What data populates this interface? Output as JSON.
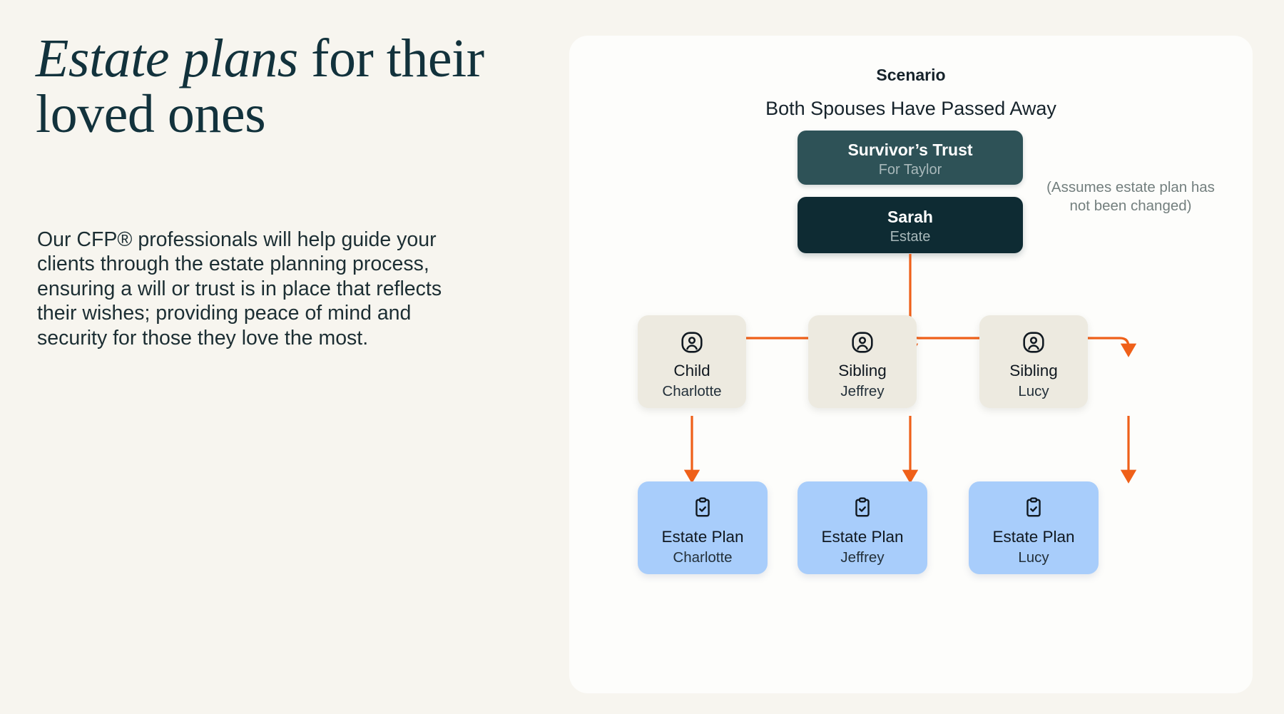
{
  "page": {
    "background_color": "#f7f5ef",
    "accent_orange": "#ef6019",
    "panel_color": "#fdfdfb"
  },
  "hero": {
    "headline_emphasis": "Estate plans",
    "headline_rest": " for their loved ones",
    "body": "Our CFP® professionals will help guide your clients through the estate planning process, ensuring a will or trust is in place that reflects their wishes; providing peace of mind and security for those they love the most."
  },
  "diagram": {
    "scenario_label": "Scenario",
    "scenario_title": "Both Spouses Have Passed Away",
    "note": "(Assumes estate plan has not been changed)",
    "top_boxes": [
      {
        "title": "Survivor’s Trust",
        "subtitle": "For Taylor",
        "color": "#2e5257"
      },
      {
        "title": "Sarah",
        "subtitle": "Estate",
        "color": "#0e2b33"
      }
    ],
    "beneficiaries": [
      {
        "icon": "user-circle-icon",
        "title": "Child",
        "subtitle": "Charlotte"
      },
      {
        "icon": "user-circle-icon",
        "title": "Sibling",
        "subtitle": "Jeffrey"
      },
      {
        "icon": "user-circle-icon",
        "title": "Sibling",
        "subtitle": "Lucy"
      }
    ],
    "plans": [
      {
        "icon": "clipboard-check-icon",
        "title": "Estate Plan",
        "subtitle": "Charlotte"
      },
      {
        "icon": "clipboard-check-icon",
        "title": "Estate Plan",
        "subtitle": "Jeffrey"
      },
      {
        "icon": "clipboard-check-icon",
        "title": "Estate Plan",
        "subtitle": "Lucy"
      }
    ]
  }
}
